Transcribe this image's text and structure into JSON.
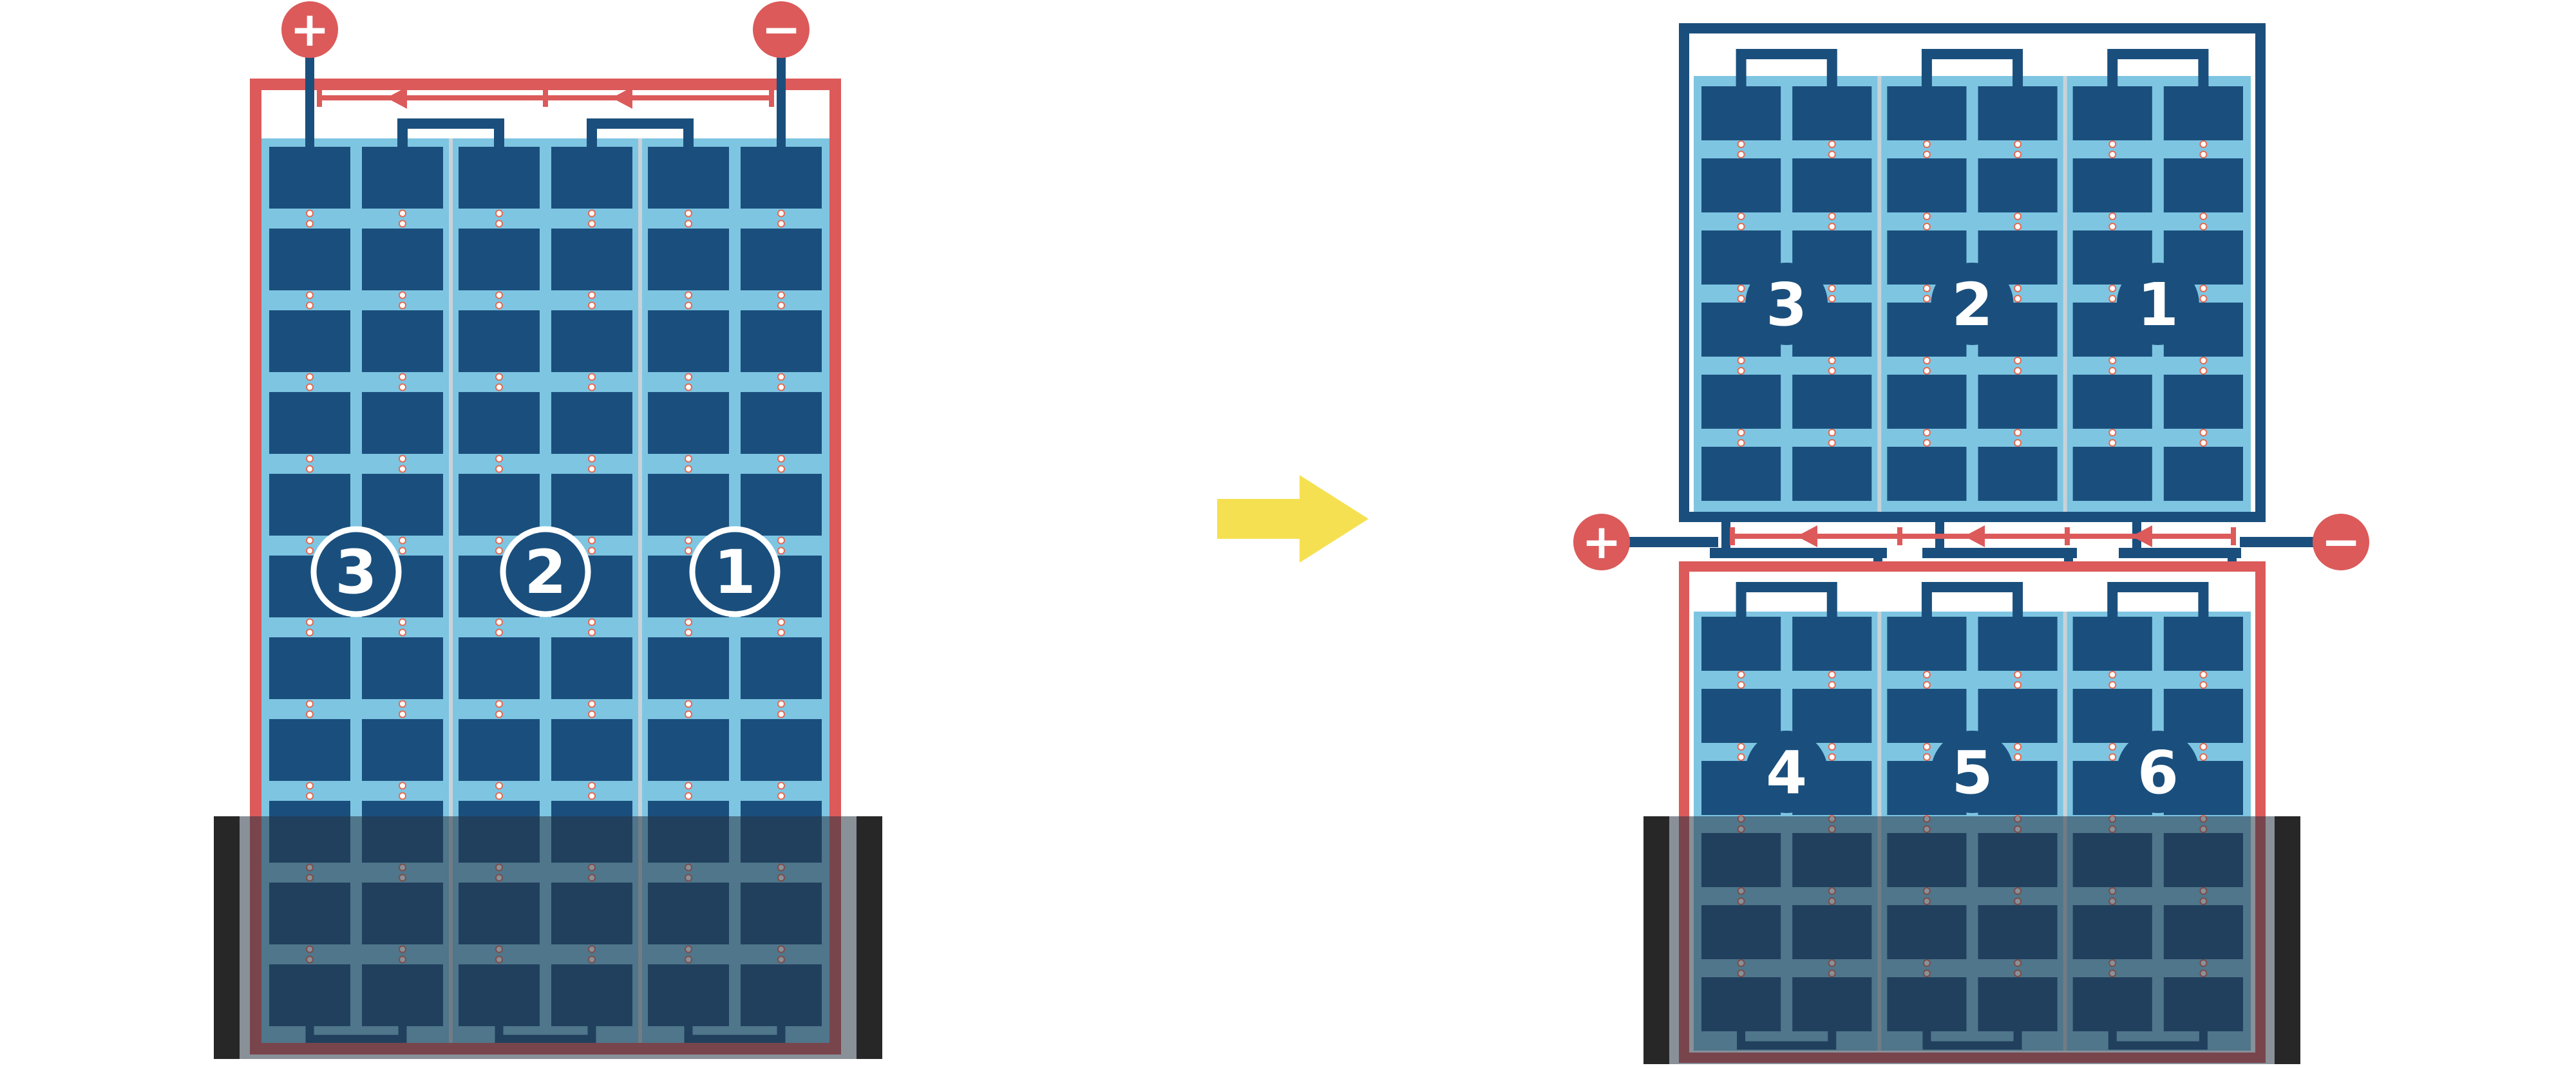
{
  "colors": {
    "red": "#DC5A5A",
    "navy": "#1A4F7D",
    "light_blue": "#7EC5E2",
    "separator": "#C9D2D8",
    "dot_ring": "#E36A52",
    "dot_fill": "#FFFFFF",
    "shade_fill": "rgba(40,53,68,0.55)",
    "shade_bar": "#272727",
    "arrow_yellow": "#F5E051",
    "background": "#FFFFFF"
  },
  "left_diagram": {
    "positive_label": "+",
    "negative_label": "−",
    "string_labels": [
      "3",
      "2",
      "1"
    ]
  },
  "transform_arrow": {
    "direction": "right"
  },
  "right_diagram": {
    "positive_label": "+",
    "negative_label": "−",
    "top_panel_labels": [
      "3",
      "2",
      "1"
    ],
    "bottom_panel_labels": [
      "4",
      "5",
      "6"
    ]
  }
}
